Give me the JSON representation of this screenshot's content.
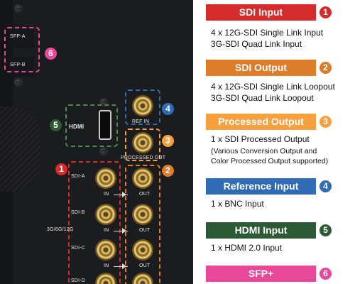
{
  "colors": {
    "sdi_input": "#d62b2b",
    "sdi_output": "#dd7c2b",
    "processed_output": "#f6a040",
    "reference_input": "#2f6cb5",
    "hdmi_input": "#2d5a34",
    "sfp": "#e9479a"
  },
  "panel": {
    "sfp_a_label": "SFP-A",
    "sfp_b_label": "SFP-B",
    "hdmi_label": "HDMI",
    "ref_label": "REF IN",
    "processed_out_label": "PROCESSED OUT",
    "sdi_a_label": "SDI-A",
    "sdi_b_label": "SDI-B",
    "sdi_c_label": "SDI-C",
    "sdi_d_label": "SDI-D",
    "rate_label": "3G/6G/12G",
    "in_label": "IN",
    "out_label": "OUT",
    "badges": {
      "one": "1",
      "two": "2",
      "three": "3",
      "four": "4",
      "five": "5",
      "six": "6"
    }
  },
  "sections": {
    "sdi_input": {
      "title": "SDI Input",
      "badge": "1",
      "lines": [
        "4 x 12G-SDI Single Link Input",
        "3G-SDI Quad Link Input"
      ]
    },
    "sdi_output": {
      "title": "SDI Output",
      "badge": "2",
      "lines": [
        "4 x 12G-SDI Single Link Loopout",
        "3G-SDI Quad Link Loopout"
      ]
    },
    "processed_output": {
      "title": "Processed Output",
      "badge": "3",
      "lines": [
        "1 x SDI Processed Output",
        "(Various Conversion Output and",
        "Color Processed Output supported)"
      ]
    },
    "reference_input": {
      "title": "Reference Input",
      "badge": "4",
      "lines": [
        "1 x BNC Input"
      ]
    },
    "hdmi_input": {
      "title": "HDMI Input",
      "badge": "5",
      "lines": [
        "1 x HDMI 2.0 Input"
      ]
    },
    "sfp": {
      "title": "SFP+",
      "badge": "6"
    }
  }
}
